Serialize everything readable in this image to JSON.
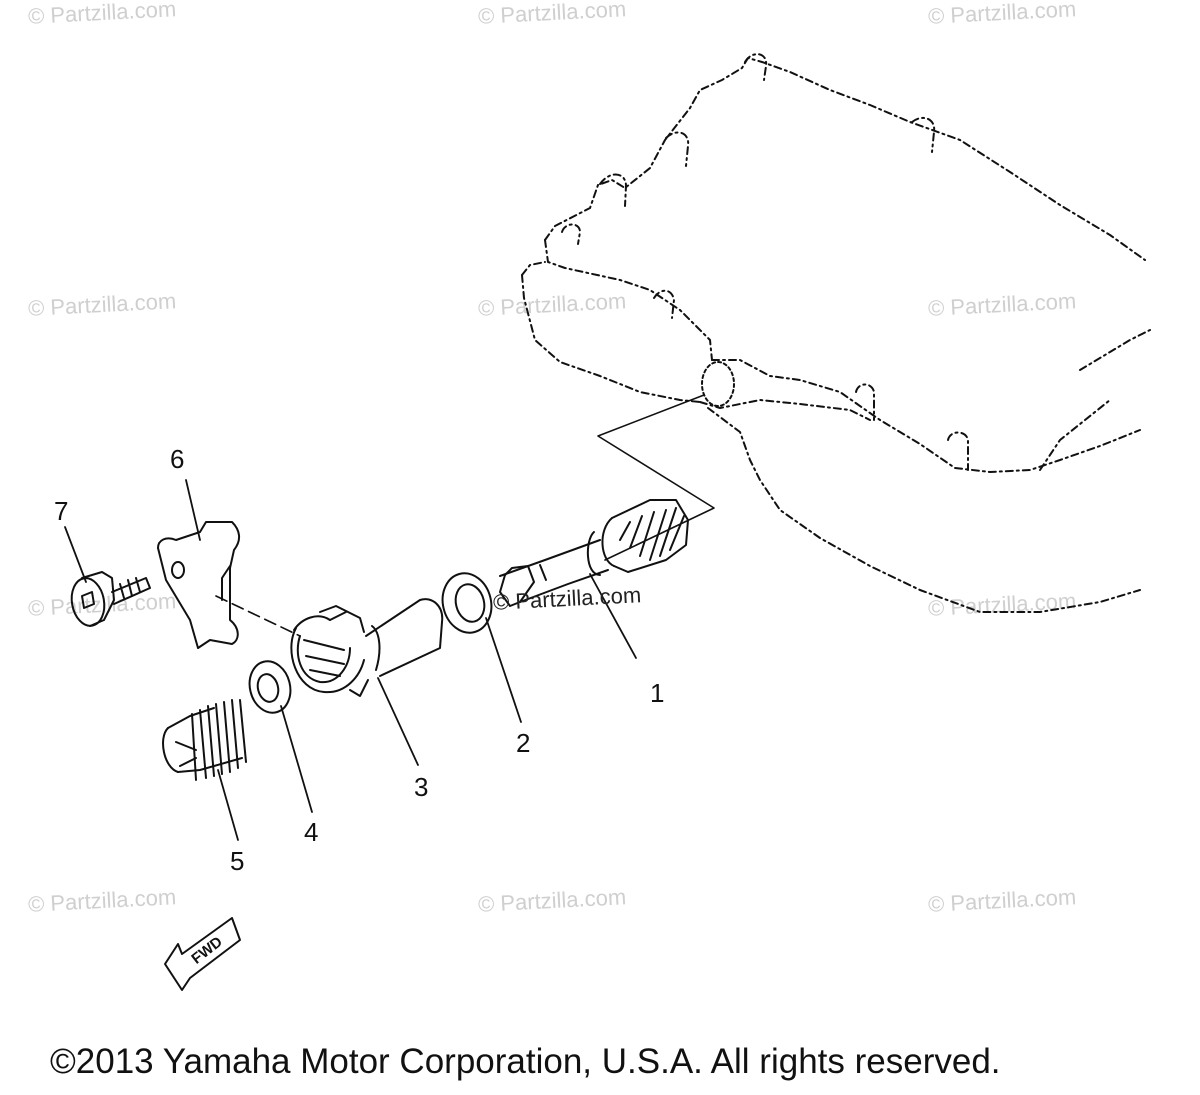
{
  "watermark_text": "© Partzilla.com",
  "partzilla_label": "© Partzilla.com",
  "callouts": [
    "1",
    "2",
    "3",
    "4",
    "5",
    "6",
    "7"
  ],
  "fwd_label": "FWD",
  "copyright": "©2013 Yamaha Motor Corporation, U.S.A. All rights reserved.",
  "colors": {
    "line": "#111111",
    "watermark": "#cfcfcf",
    "background": "#ffffff"
  }
}
